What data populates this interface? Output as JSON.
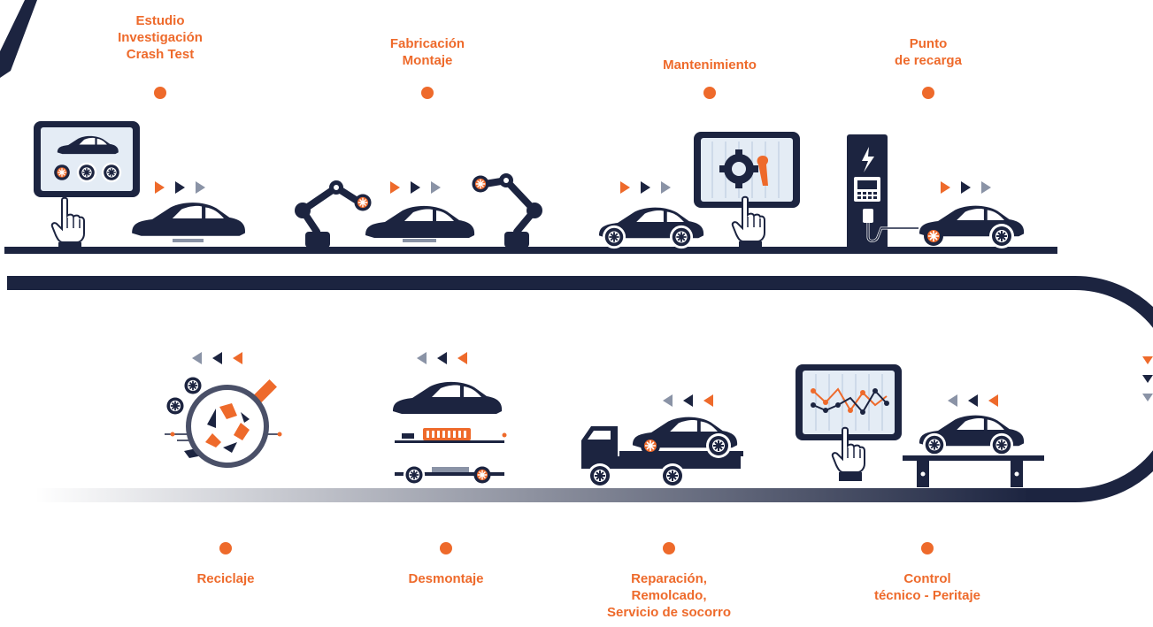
{
  "colors": {
    "navy": "#1c2440",
    "orange": "#ee6a2b",
    "gray": "#8a93a6",
    "screen": "#e4ecf5",
    "white": "#ffffff"
  },
  "top_stages": [
    {
      "id": "estudio",
      "lines": [
        "Estudio",
        "Investigación",
        "Crash Test"
      ],
      "icon": "tablet-touch-car-icon"
    },
    {
      "id": "fabricacion",
      "lines": [
        "Fabricación",
        "Montaje"
      ],
      "icon": "robot-arms-car-icon"
    },
    {
      "id": "mantenimiento",
      "lines": [
        "Mantenimiento"
      ],
      "icon": "tablet-gear-wrench-icon"
    },
    {
      "id": "recarga",
      "lines": [
        "Punto",
        "de recarga"
      ],
      "icon": "charging-station-icon"
    }
  ],
  "bottom_stages": [
    {
      "id": "reciclaje",
      "lines": [
        "Reciclaje"
      ],
      "icon": "recycle-icon"
    },
    {
      "id": "desmontaje",
      "lines": [
        "Desmontaje"
      ],
      "icon": "disassembly-icon"
    },
    {
      "id": "reparacion",
      "lines": [
        "Reparación,",
        "Remolcado,",
        "Servicio de socorro"
      ],
      "icon": "tow-truck-icon"
    },
    {
      "id": "control",
      "lines": [
        "Control",
        "técnico - Peritaje"
      ],
      "icon": "inspection-lift-icon"
    }
  ]
}
